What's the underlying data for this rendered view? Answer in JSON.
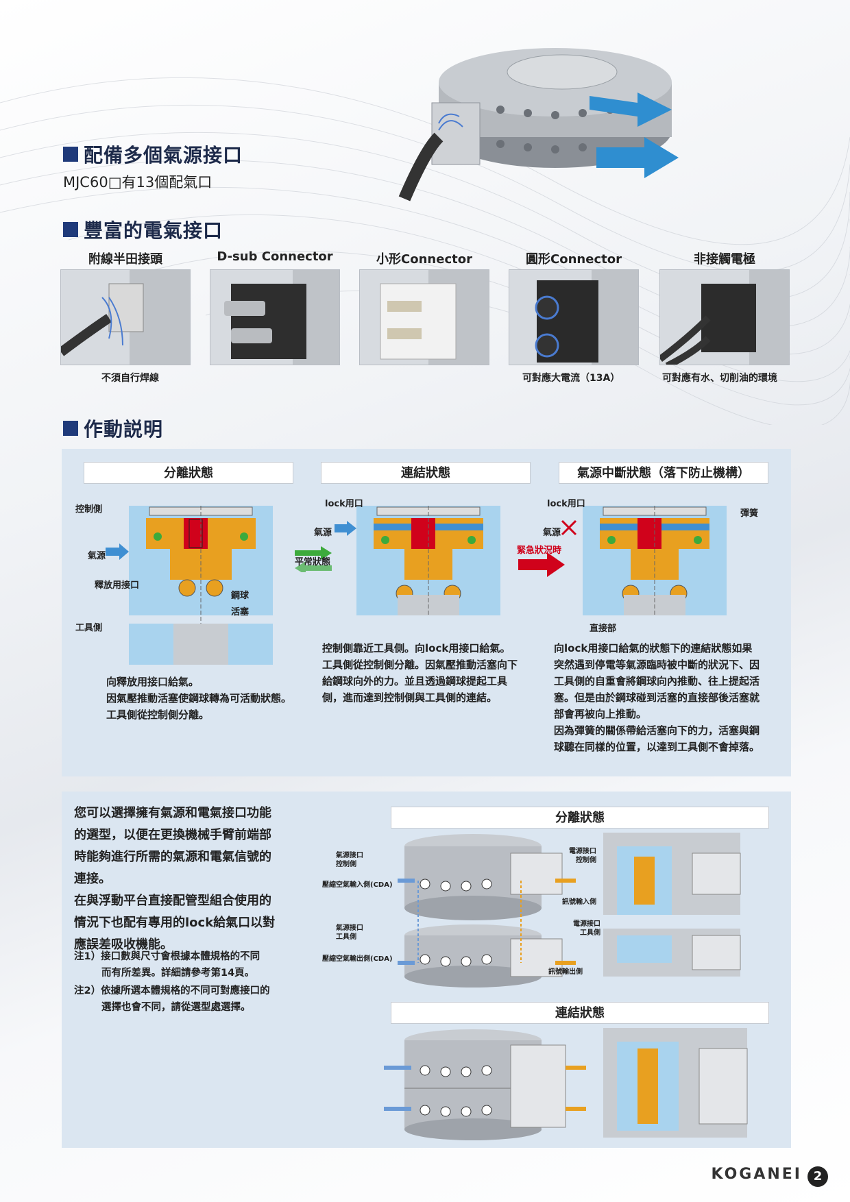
{
  "section1": {
    "title": "配備多個氣源接口",
    "subtitle": "MJC60□有13個配氣口"
  },
  "section2": {
    "title": "豐富的電氣接口",
    "connectors": [
      {
        "label": "附線半田接頭",
        "caption": "不須自行焊線"
      },
      {
        "label": "D-sub Connector",
        "caption": ""
      },
      {
        "label": "小形Connector",
        "caption": ""
      },
      {
        "label": "圓形Connector",
        "caption": "可對應大電流（13A）"
      },
      {
        "label": "非接觸電極",
        "caption": "可對應有水、切削油的環境"
      }
    ]
  },
  "section3": {
    "title": "作動説明",
    "states": {
      "separate": "分離狀態",
      "connect": "連結狀態",
      "cutoff": "氣源中斷狀態（落下防止機構）"
    },
    "labels": {
      "control_side": "控制側",
      "air": "氣源",
      "release_port": "釋放用接口",
      "steel_ball": "鋼球",
      "piston": "活塞",
      "tool_side": "工具側",
      "normal_state": "平常狀態",
      "lock_port": "lock用口",
      "emergency": "緊急狀況時",
      "spring": "彈簧",
      "direct_contact": "直接部"
    },
    "desc_separate": [
      "向釋放用接口給氣。",
      "因氣壓推動活塞使鋼球轉為可活動狀態。",
      "工具側從控制側分離。"
    ],
    "desc_connect": [
      "控制側靠近工具側。向lock用接口給氣。",
      "工具側從控制側分離。因氣壓推動活塞向下",
      "給鋼球向外的力。並且透過鋼球提起工具",
      "側，進而達到控制側與工具側的連結。"
    ],
    "desc_cutoff": [
      "向lock用接口給氣的狀態下的連結狀態如果",
      "突然遇到停電等氣源臨時被中斷的狀況下、因",
      "工具側的自重會將鋼球向內推動、往上提起活",
      "塞。但是由於鋼球碰到活塞的直接部後活塞就",
      "部會再被向上推動。",
      "因為彈簧的關係帶給活塞向下的力，活塞與鋼",
      "球聽在同樣的位置，以達到工具側不會掉落。"
    ]
  },
  "section4": {
    "intro": [
      "您可以選擇擁有氣源和電氣接口功能",
      "的選型，以便在更換機械手臂前端部",
      "時能夠進行所需的氣源和電氣信號的",
      "連接。",
      "在與浮動平台直接配管型組合使用的",
      "情況下也配有專用的lock給氣口以對",
      "應誤差吸收機能。"
    ],
    "note1_line1": "注1）接口數與尺寸會根據本體規格的不同",
    "note1_line2": "而有所差異。詳細請參考第14頁。",
    "note2_line1": "注2）依據所選本體規格的不同可對應接口的",
    "note2_line2": "選擇也會不同，請從選型處選擇。",
    "state_separate": "分離狀態",
    "state_connect": "連結狀態",
    "labels": {
      "air_port_control": [
        "氣源接口",
        "控制側"
      ],
      "cda_in": "壓縮空氣輸入側(CDA)",
      "air_port_tool": [
        "氣源接口",
        "工具側"
      ],
      "cda_out": "壓縮空氣輸出側(CDA)",
      "elec_control": [
        "電源接口",
        "控制側"
      ],
      "signal_in": "訊號輸入側",
      "elec_tool": [
        "電源接口",
        "工具側"
      ],
      "signal_out": "訊號輸出側"
    }
  },
  "footer": {
    "brand": "KOGANEI",
    "page": "2"
  },
  "colors": {
    "navy": "#1f3a7a",
    "panel": "#dbe6f1",
    "orange": "#e8a020",
    "blue": "#3f8fd2",
    "red": "#d0021b",
    "green": "#3caa3c"
  }
}
